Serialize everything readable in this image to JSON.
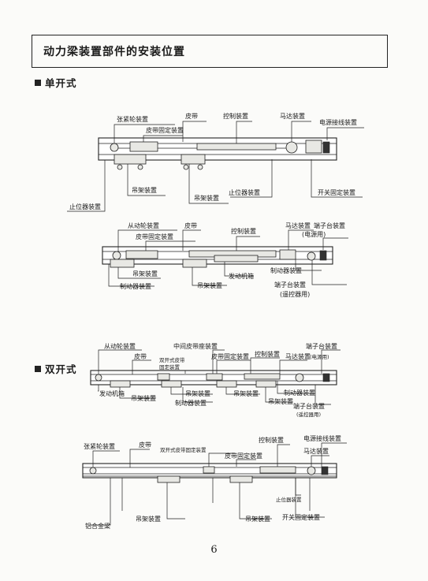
{
  "page_title": "动力梁装置部件的安装位置",
  "sections": {
    "single": "单开式",
    "double": "双开式"
  },
  "d1": {
    "zhangjinlun": "张紧轮装置",
    "pidai_guding": "皮带固定装置",
    "pidai": "皮带",
    "kongzhi": "控制装置",
    "mada": "马达装置",
    "dianyuan": "电源接线装置",
    "diaojia1": "吊架装置",
    "diaojia2": "吊架装置",
    "zhiwei_r": "止位器装置",
    "kaiguan": "开关固定装置",
    "zhiwei_l": "止位器装置"
  },
  "d2": {
    "congdonglun": "从动轮装置",
    "pidai": "皮带",
    "pidai_guding": "皮带固定装置",
    "kongzhi": "控制装置",
    "mada": "马达装置",
    "duanzi": "端子台装置",
    "duanzi_sub": "(电源用)",
    "diaojia1": "吊架装置",
    "zhidong_l": "制动器装置",
    "diaojia2": "吊架装置",
    "fadong": "发动机箱",
    "zhidong_r": "制动器装置",
    "duanzi2": "端子台装置",
    "duanzi2_sub": "(遥控器用)"
  },
  "d3": {
    "congdonglun": "从动轮装置",
    "zhongjian": "中间皮带座装置",
    "duanzi": "端子台装置",
    "pidai": "皮带",
    "shuangkai_a": "双开式皮带",
    "shuangkai_b": "固定装置",
    "pidai_guding": "皮带固定装置",
    "kongzhi": "控制装置",
    "mada": "马达装置",
    "duanzi_sub": "(电源用)",
    "fadong": "发动机箱",
    "diaojia1": "吊架装置",
    "diaojia2": "吊架装置",
    "diaojia3": "吊架装置",
    "diaojia4": "吊架装置",
    "zhidong_l": "制动器装置",
    "zhidong_r": "制动器装置",
    "duanzi2": "端子台装置",
    "duanzi2_sub": "(遥控器用)"
  },
  "d4": {
    "zhangjinlun": "张紧轮装置",
    "pidai": "皮带",
    "shuangkai": "双开式皮带固定装置",
    "pidai_guding": "皮带固定装置",
    "kongzhi": "控制装置",
    "dianyuan": "电源接线装置",
    "mada": "马达装置",
    "zhiwei": "止位器装置",
    "lvhejin": "铝合金梁",
    "diaojia1": "吊架装置",
    "diaojia2": "吊架装置",
    "kaiguan": "开关固定装置"
  },
  "page_number": "6"
}
